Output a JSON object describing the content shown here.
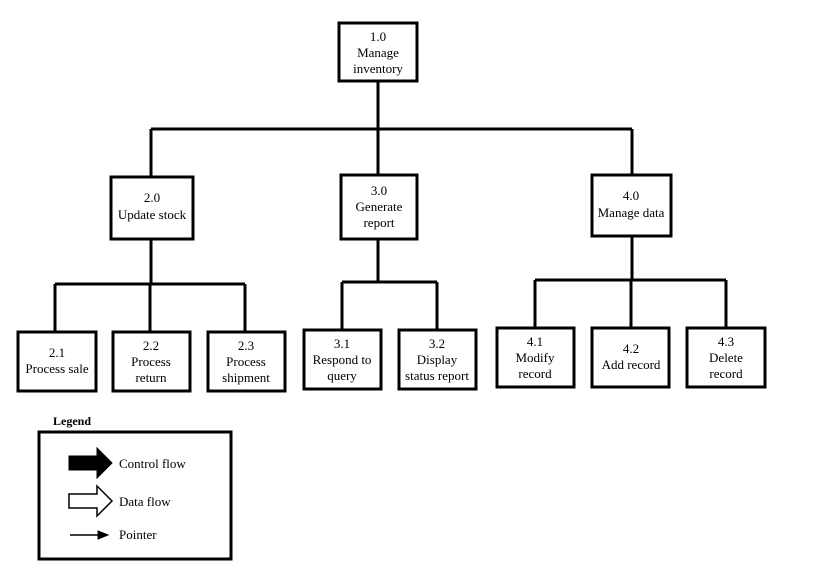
{
  "nodes": {
    "n1_0": {
      "id": "1.0",
      "label": [
        "Manage",
        "inventory"
      ]
    },
    "n2_0": {
      "id": "2.0",
      "label": [
        "Update stock"
      ]
    },
    "n3_0": {
      "id": "3.0",
      "label": [
        "Generate",
        "report"
      ]
    },
    "n4_0": {
      "id": "4.0",
      "label": [
        "Manage data"
      ]
    },
    "n2_1": {
      "id": "2.1",
      "label": [
        "Process sale"
      ]
    },
    "n2_2": {
      "id": "2.2",
      "label": [
        "Process",
        "return"
      ]
    },
    "n2_3": {
      "id": "2.3",
      "label": [
        "Process",
        "shipment"
      ]
    },
    "n3_1": {
      "id": "3.1",
      "label": [
        "Respond to",
        "query"
      ]
    },
    "n3_2": {
      "id": "3.2",
      "label": [
        "Display",
        "status report"
      ]
    },
    "n4_1": {
      "id": "4.1",
      "label": [
        "Modify",
        "record"
      ]
    },
    "n4_2": {
      "id": "4.2",
      "label": [
        "Add record"
      ]
    },
    "n4_3": {
      "id": "4.3",
      "label": [
        "Delete",
        "record"
      ]
    }
  },
  "legend": {
    "title": "Legend",
    "control_flow": "Control flow",
    "data_flow": "Data flow",
    "pointer": "Pointer"
  },
  "colors": {
    "line": "#000000",
    "background": "#ffffff"
  }
}
